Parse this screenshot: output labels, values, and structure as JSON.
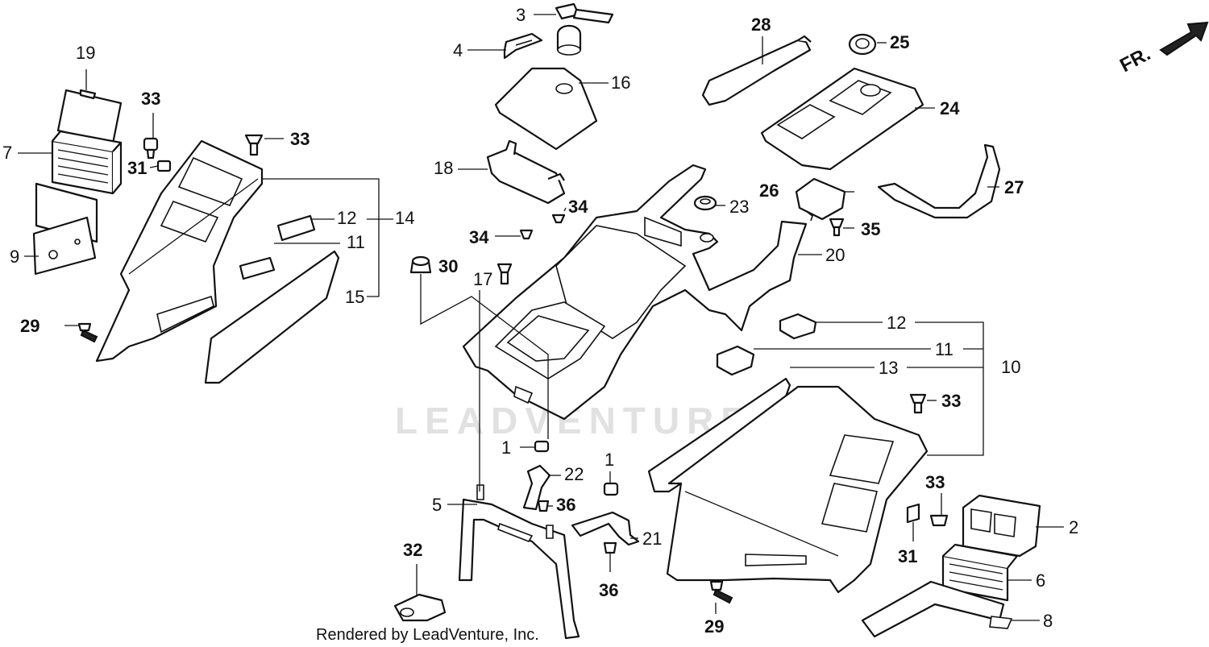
{
  "diagram": {
    "watermark": "LEADVENTURE",
    "credit": "Rendered by LeadVenture, Inc.",
    "direction_label": "FR.",
    "callouts": {
      "c1a": "1",
      "c1b": "1",
      "c2": "2",
      "c3": "3",
      "c4": "4",
      "c5": "5",
      "c6": "6",
      "c7": "7",
      "c8": "8",
      "c9": "9",
      "c10": "10",
      "c11a": "11",
      "c11b": "11",
      "c12a": "12",
      "c12b": "12",
      "c13": "13",
      "c14": "14",
      "c15": "15",
      "c16": "16",
      "c17": "17",
      "c18": "18",
      "c19": "19",
      "c20": "20",
      "c21": "21",
      "c22": "22",
      "c23": "23",
      "c24": "24",
      "c25": "25",
      "c26": "26",
      "c27": "27",
      "c28": "28",
      "c29a": "29",
      "c29b": "29",
      "c30": "30",
      "c31a": "31",
      "c31b": "31",
      "c32": "32",
      "c33a": "33",
      "c33b": "33",
      "c33c": "33",
      "c33d": "33",
      "c34a": "34",
      "c34b": "34",
      "c35": "35",
      "c36a": "36",
      "c36b": "36"
    }
  }
}
